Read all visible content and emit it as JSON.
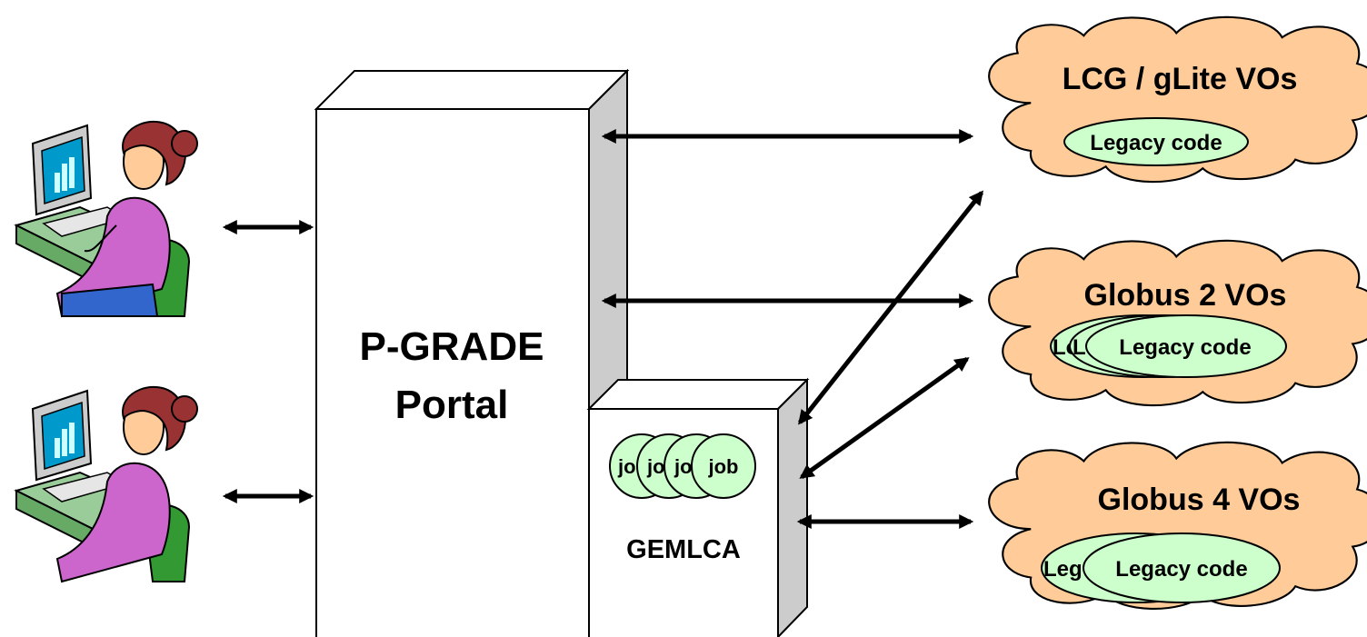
{
  "portal": {
    "line1": "P-GRADE",
    "line2": "Portal"
  },
  "gemlca": {
    "label": "GEMLCA",
    "job_labels": [
      "jo",
      "jo",
      "jo",
      "job"
    ]
  },
  "clouds": [
    {
      "title": "LCG / gLite VOs",
      "legacy": [
        "Legacy code"
      ]
    },
    {
      "title": "Globus 2 VOs",
      "legacy": [
        "Lo",
        "Le",
        "Legacy code"
      ]
    },
    {
      "title": "Globus 4 VOs",
      "legacy": [
        "Leg",
        "Legacy code"
      ]
    }
  ],
  "users": [
    {
      "icon": "user-at-computer-icon"
    },
    {
      "icon": "user-at-computer-icon"
    }
  ],
  "colors": {
    "cloud_fill": "#ffcc99",
    "ellipse_fill": "#ccffcc",
    "box_side": "#cccccc",
    "box_front": "#ffffff",
    "stroke": "#000000"
  }
}
